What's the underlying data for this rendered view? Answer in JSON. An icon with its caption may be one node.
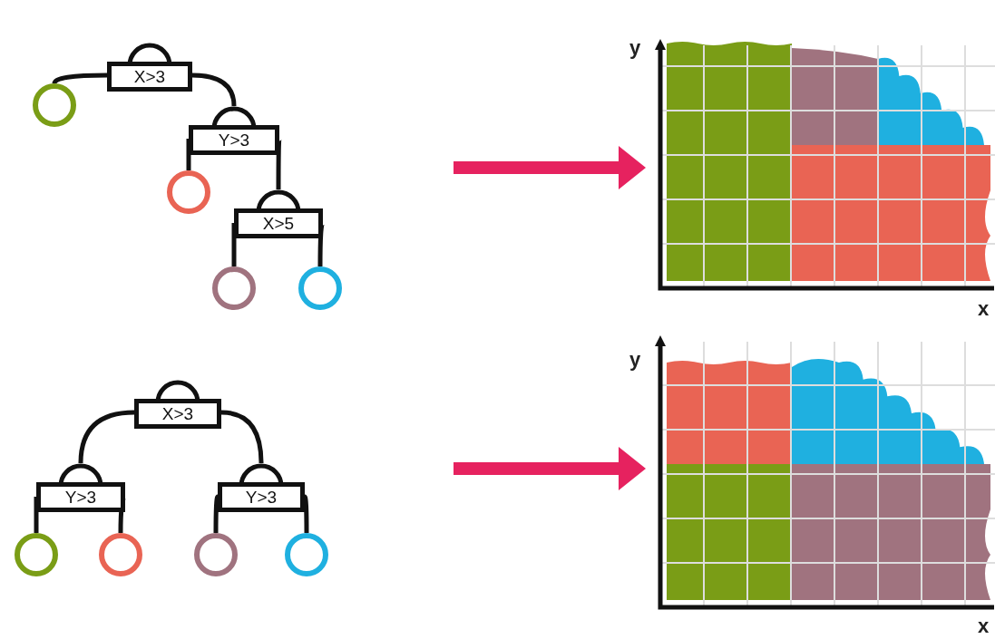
{
  "diagram": {
    "nodes": [
      {
        "text": [
          "X>3"
        ]
      },
      {
        "text": [],
        "shape": "circle"
      },
      {
        "text": [
          "Y>3"
        ]
      },
      {
        "text": [],
        "shape": "circle"
      },
      {
        "text": [
          "X>5"
        ]
      },
      {
        "text": [],
        "shape": "circle"
      },
      {
        "text": [],
        "shape": "circle"
      },
      {
        "text": [],
        "shape": "picture"
      },
      {
        "text": [
          "X>3"
        ]
      },
      {
        "text": [
          "Y>3"
        ]
      },
      {
        "text": [
          "Y>3"
        ]
      },
      {
        "text": [],
        "shape": "circle"
      },
      {
        "text": [],
        "shape": "circle"
      },
      {
        "text": [],
        "shape": "circle"
      },
      {
        "text": [],
        "shape": "circle"
      },
      {
        "text": [],
        "shape": "picture"
      }
    ],
    "edges": [
      {
        "from": 0,
        "to": 1,
        "arrow": "none"
      },
      {
        "from": 0,
        "to": 2,
        "arrow": "none"
      },
      {
        "from": 2,
        "to": 3,
        "arrow": "none"
      },
      {
        "from": 2,
        "to": 4,
        "arrow": "none"
      },
      {
        "from": 4,
        "to": 5,
        "arrow": "none"
      },
      {
        "from": 4,
        "to": 6,
        "arrow": "none"
      },
      {
        "from": null,
        "to": 7,
        "arrow": "to",
        "style": "thick",
        "color": "#e6225f"
      },
      {
        "from": 8,
        "to": 9,
        "arrow": "none"
      },
      {
        "from": 8,
        "to": 10,
        "arrow": "none"
      },
      {
        "from": 9,
        "to": 11,
        "arrow": "none"
      },
      {
        "from": 9,
        "to": 12,
        "arrow": "none"
      },
      {
        "from": 10,
        "to": 13,
        "arrow": "none"
      },
      {
        "from": 10,
        "to": 14,
        "arrow": "none"
      },
      {
        "from": null,
        "to": 15,
        "arrow": "to",
        "style": "thick",
        "color": "#e6225f"
      }
    ],
    "labels": [
      "y",
      "x",
      "y",
      "x"
    ]
  }
}
